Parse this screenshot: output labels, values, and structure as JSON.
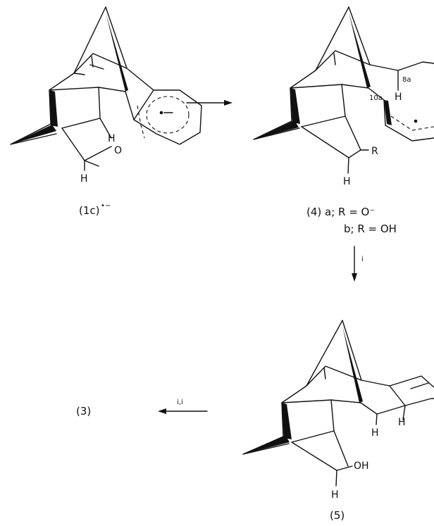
{
  "compounds": {
    "c1c": {
      "label": "(1c)",
      "charge": "•−",
      "atoms": {
        "oxygen": "O",
        "h_bridge": "H",
        "h_carbinol": "H"
      }
    },
    "c4": {
      "label_a": "(4) a; R = O⁻",
      "label_b": "b; R = OH",
      "atoms": {
        "r": "R",
        "h_carbinol": "H",
        "h_ring": "H",
        "pos_8a": "8a",
        "pos_10a": "10a"
      }
    },
    "c5": {
      "label": "(5)",
      "atoms": {
        "oh": "OH",
        "h_carbinol": "H",
        "h_ring1": "H",
        "h_ring2": "H"
      }
    },
    "c3": {
      "label": "(3)"
    }
  },
  "arrows": {
    "step1": {
      "label": ""
    },
    "step2": {
      "label": "i"
    },
    "step3": {
      "label": "i,i"
    }
  }
}
